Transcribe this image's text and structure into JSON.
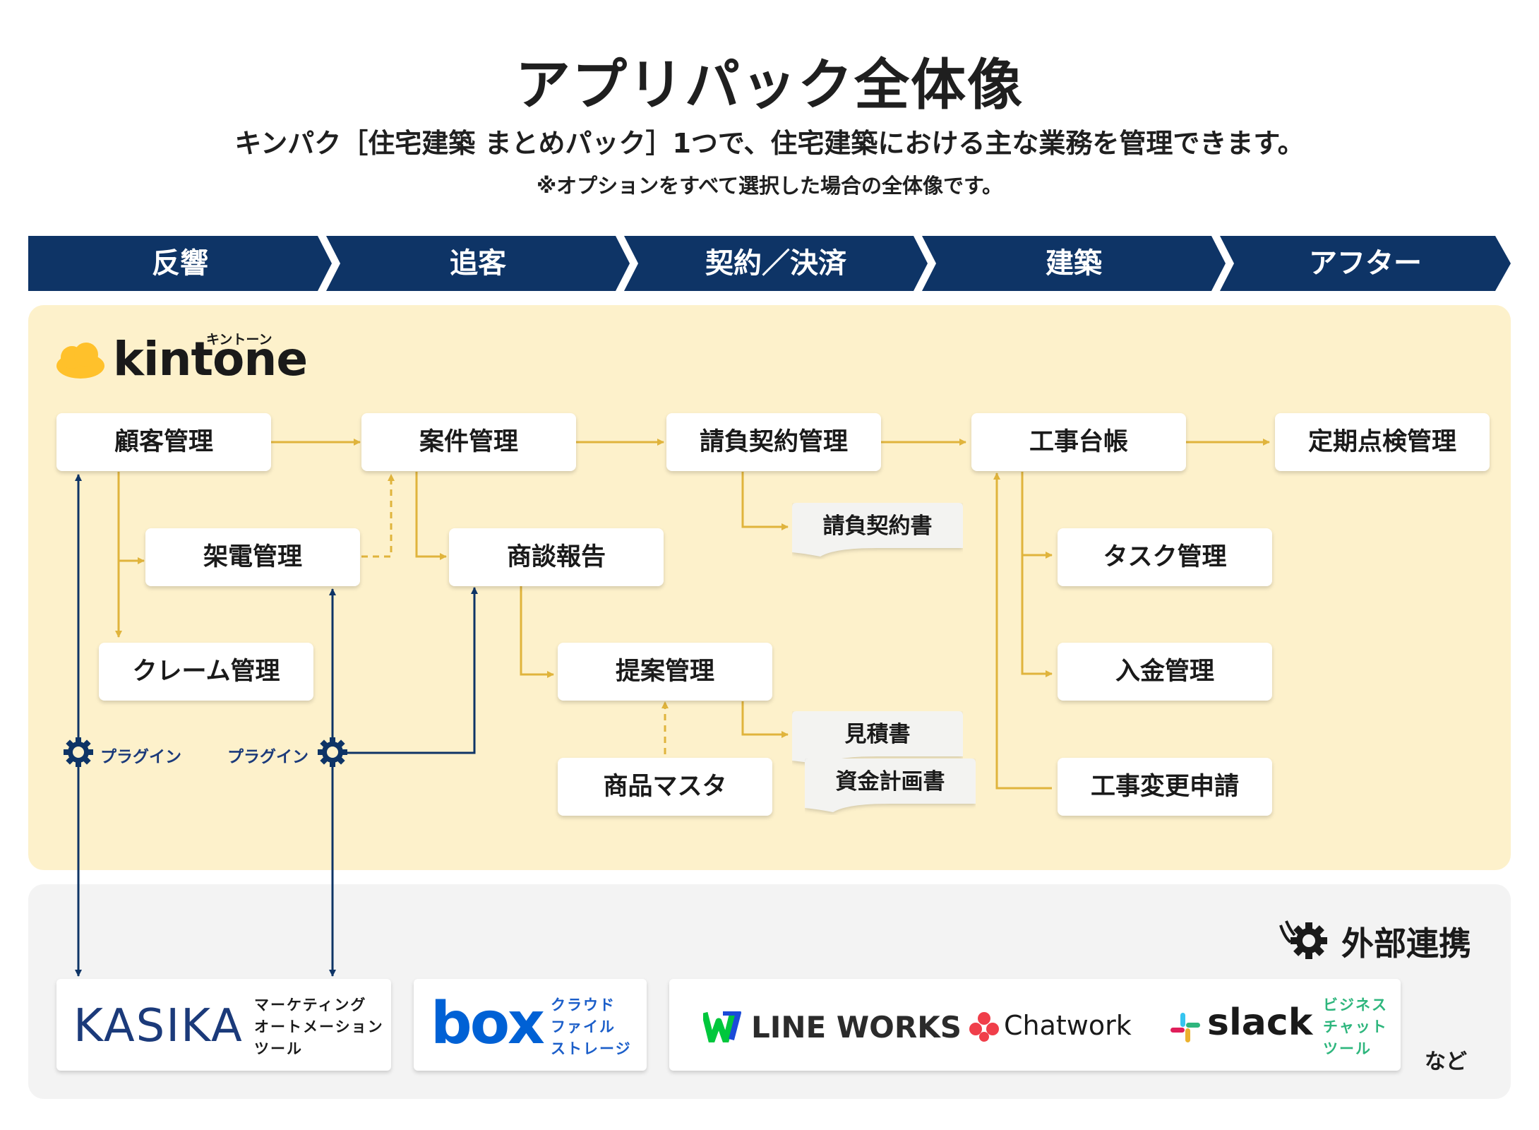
{
  "title": "アプリパック全体像",
  "subtitle": "キンパク［住宅建築 まとめパック］1つで、住宅建築における主な業務を管理できます。",
  "note": "※オプションをすべて選択した場合の全体像です。",
  "phases": [
    "反響",
    "追客",
    "契約／決済",
    "建築",
    "アフター"
  ],
  "colors": {
    "navy": "#0e3466",
    "arrow_gold": "#e0b43c",
    "kintone_bg": "#fdf1cb",
    "external_bg": "#f3f3f3",
    "kintone_logo": "#ffc12b",
    "slack_green": "#2eb67d"
  },
  "kintone": {
    "logo": "kintone",
    "kana": "キントーン"
  },
  "apps": {
    "customer": "顧客管理",
    "case": "案件管理",
    "contract": "請負契約管理",
    "ledger": "工事台帳",
    "inspection": "定期点検管理",
    "call": "架電管理",
    "meeting": "商談報告",
    "claim": "クレーム管理",
    "proposal": "提案管理",
    "product": "商品マスタ",
    "task": "タスク管理",
    "payment": "入金管理",
    "change": "工事変更申請"
  },
  "documents": {
    "contract_doc": "請負契約書",
    "estimate": "見積書",
    "funding": "資金計画書"
  },
  "plugin_label": "プラグイン",
  "external": {
    "heading": "外部連携",
    "kasika": {
      "logo": "KASIKA",
      "desc": [
        "マーケティング",
        "オートメーション",
        "ツール"
      ]
    },
    "box": {
      "logo": "box",
      "desc": [
        "クラウド",
        "ファイル",
        "ストレージ"
      ]
    },
    "lineworks": {
      "logo": "LINE WORKS"
    },
    "chatwork": {
      "logo": "Chatwork"
    },
    "slack": {
      "logo": "slack",
      "desc": [
        "ビジネス",
        "チャット",
        "ツール"
      ]
    },
    "etc": "など"
  }
}
